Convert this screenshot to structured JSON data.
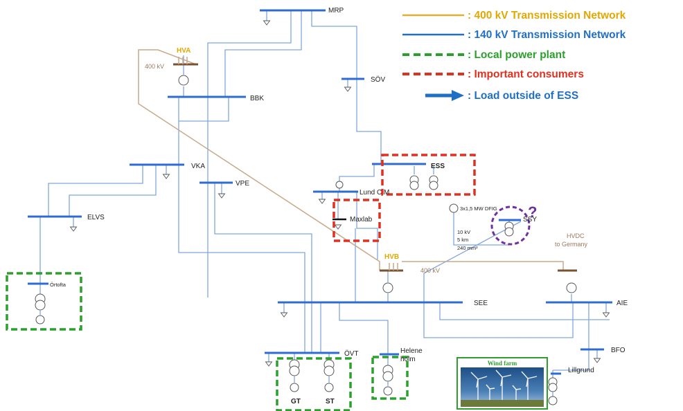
{
  "legend": [
    {
      "label": ": 400 kV Transmission Network",
      "color": "#e0a800"
    },
    {
      "label": ": 140 kV Transmission Network",
      "color": "#1f6fc5"
    },
    {
      "label": ": Local power plant",
      "color": "#2ca02c"
    },
    {
      "label": ": Important consumers",
      "color": "#e03020"
    },
    {
      "label": ": Load outside of ESS",
      "color": "#1f6fc5"
    }
  ],
  "buses": {
    "mrp": "MRP",
    "hva": "HVA",
    "hva_kv": "400 kV",
    "bbk": "BBK",
    "sov": "SÖV",
    "vka": "VKA",
    "vpe": "VPE",
    "ess": "ESS",
    "lund": "Lund C M",
    "elvs": "ELVS",
    "maxlab": "Maxlab",
    "ssy": "SSY",
    "hvdc_line1": "HVDC",
    "hvdc_line2": "to Germany",
    "hvb": "HVB",
    "hvb_kv": "400 kV",
    "ortofta": "Örtofta",
    "see": "SEE",
    "aie": "AIE",
    "bfo": "BFO",
    "ovt": "ÖVT",
    "helene1": "Helene",
    "helene2": "holm",
    "gt": "GT",
    "st": "ST",
    "lillgrund": "Lillgrund"
  },
  "windfarm": {
    "title": "Wind farm"
  },
  "dfig": {
    "rating": "3x1,5 MW DFIG",
    "voltage": "10 kV",
    "length": "5 km",
    "cable": "240 mm²"
  },
  "ssy_mark": "?",
  "colors": {
    "line_140kv": "#7fa6dd",
    "bus_140kv": "#2e6bd3",
    "line_400kv": "#c8a88a",
    "plant_box": "#2ca02c",
    "consumer_box": "#e03020",
    "ssy_circle": "#7030a0"
  }
}
